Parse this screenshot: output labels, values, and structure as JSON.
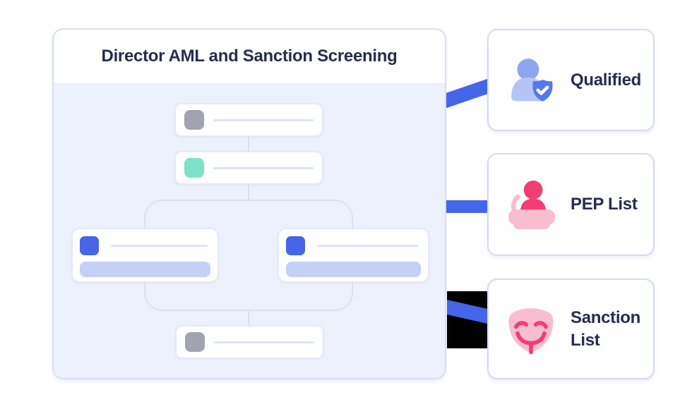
{
  "colors": {
    "text-dark": "#262d4d",
    "band-blue": "#4466e8",
    "node-gray": "#a1a4b0",
    "node-teal": "#7de2ca",
    "node-blue": "#4765e9",
    "bar-lavender": "#c5d0f6",
    "line-lavender": "#dee3f7",
    "person-head": "#8da6f0",
    "person-body": "#b5c4f6",
    "shield-blue": "#5478ef",
    "pink-strong": "#f23e74",
    "pink-light": "#f9bdd0"
  },
  "panel": {
    "title": "Director AML and Sanction Screening"
  },
  "results": [
    {
      "label": "Qualified",
      "icon": "user-shield-check-icon"
    },
    {
      "label": "PEP List",
      "icon": "podium-speaker-icon"
    },
    {
      "label": "Sanction List",
      "icon": "anonymous-mask-icon"
    }
  ]
}
